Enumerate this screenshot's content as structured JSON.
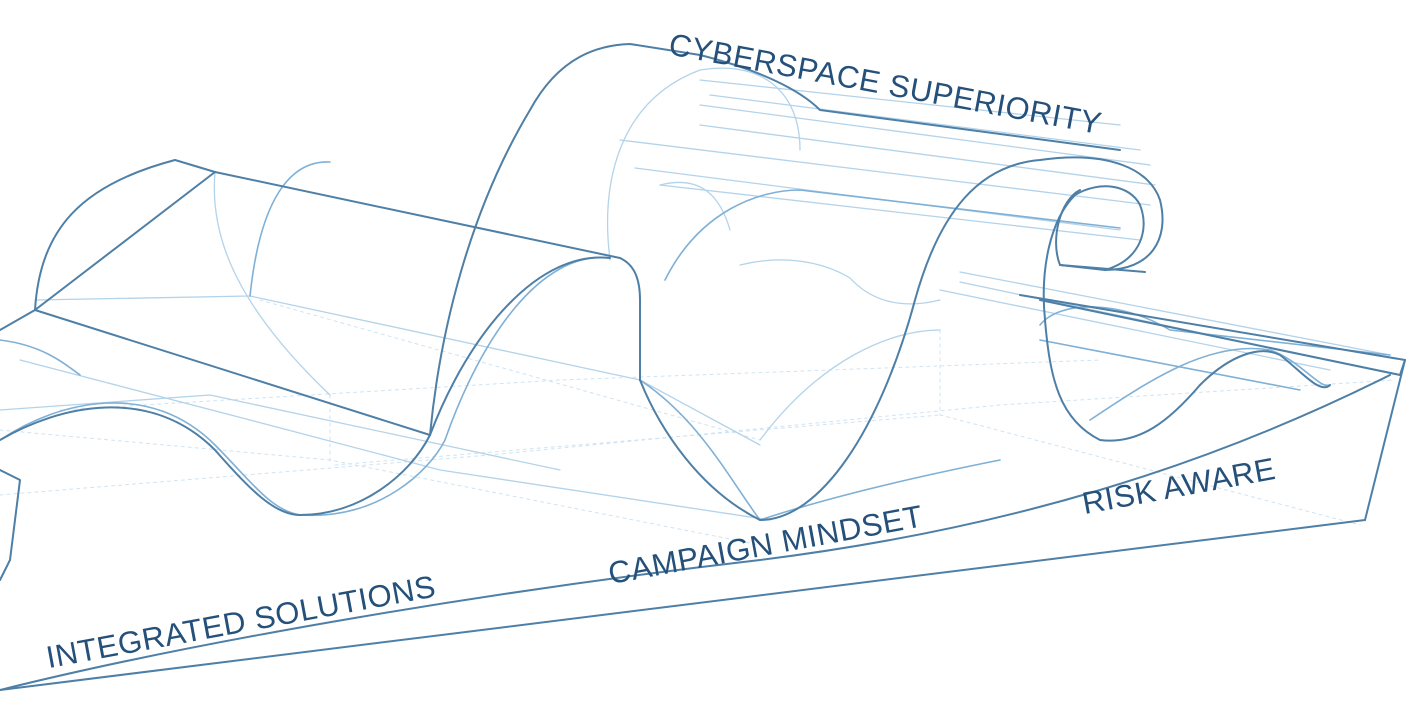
{
  "diagram": {
    "labels": {
      "top": "CYBERSPACE SUPERIORITY",
      "base_right": "RISK AWARE",
      "base_middle": "CAMPAIGN MINDSET",
      "base_left": "INTEGRATED SOLUTIONS"
    },
    "colors": {
      "line_dark": "#4e7fa6",
      "line_mid": "#7fb0d6",
      "line_light": "#b3d3ea",
      "line_faint": "#cfe3f2",
      "text": "#24507a"
    }
  }
}
